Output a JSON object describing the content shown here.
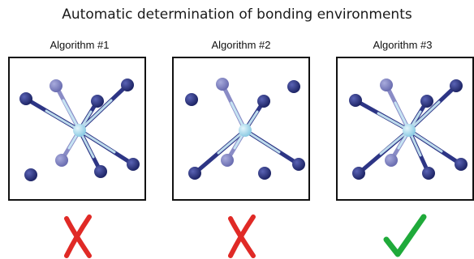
{
  "figure": {
    "title": "Automatic determination of bonding environments"
  },
  "algorithms": [
    {
      "label": "Algorithm #1",
      "result": "cross",
      "result_color": "#e02a26"
    },
    {
      "label": "Algorithm #2",
      "result": "cross",
      "result_color": "#e02a26"
    },
    {
      "label": "Algorithm #3",
      "result": "check",
      "result_color": "#1faa3a"
    }
  ],
  "colors": {
    "center_atom": "#a6d9ec",
    "dark_atom": "#27307d",
    "light_atom": "#7c7fbd",
    "bond_center": "#b6e3f1"
  }
}
